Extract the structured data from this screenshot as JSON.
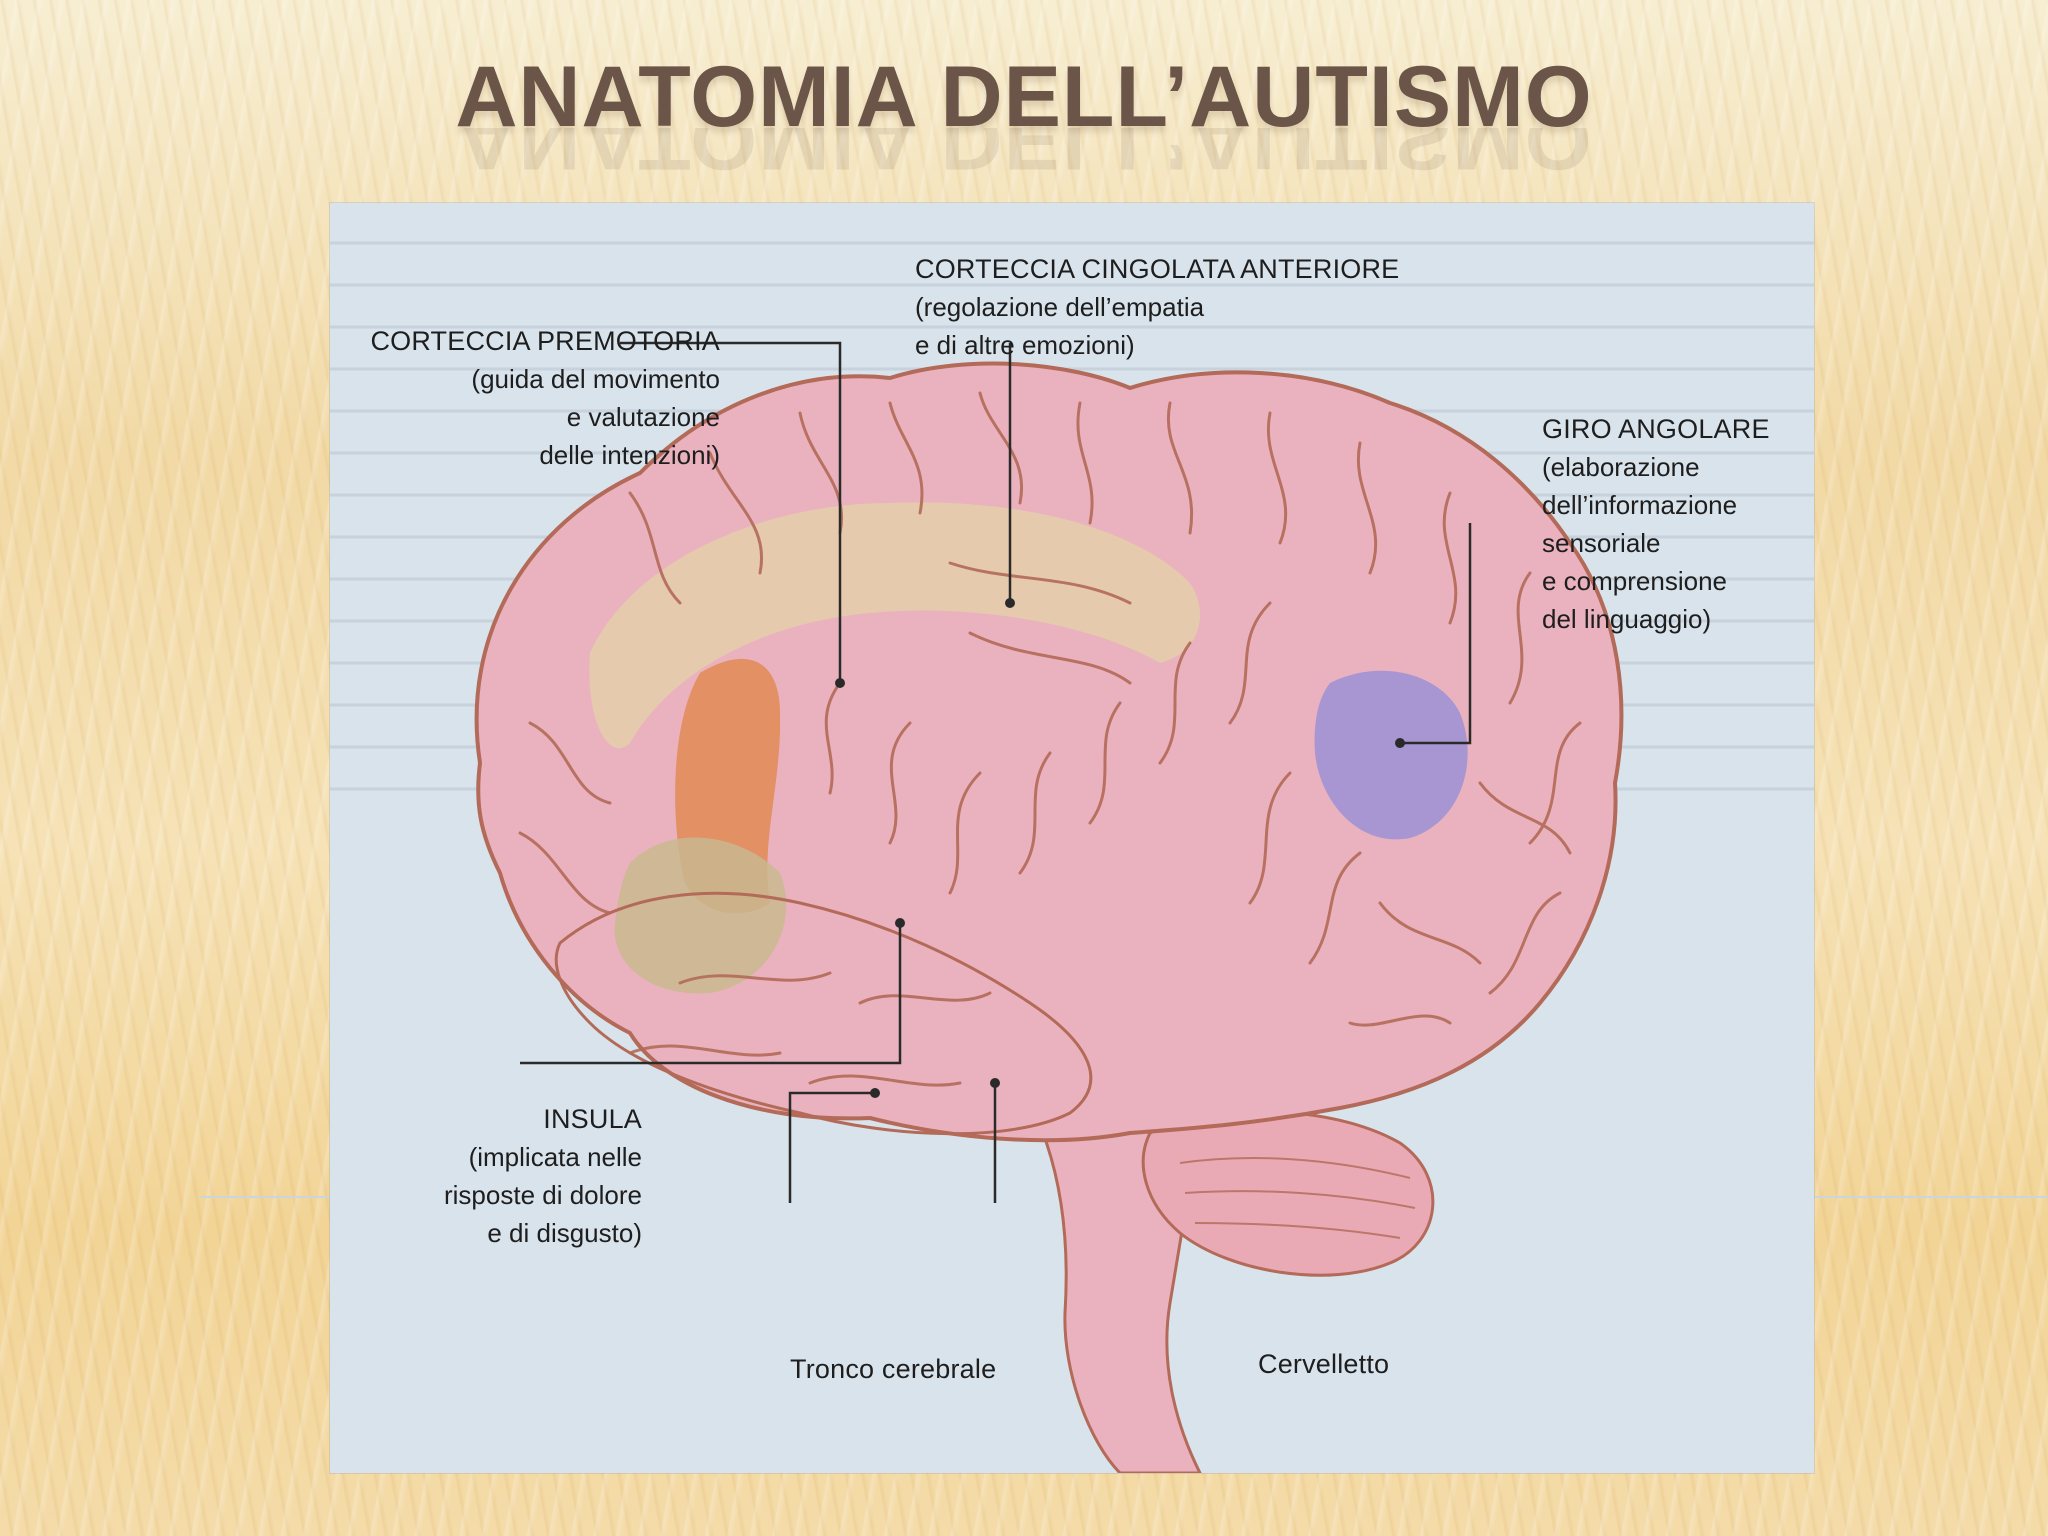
{
  "title": "ANATOMIA DELL’AUTISMO",
  "labels": {
    "premotoria": {
      "name": "CORTECCIA PREMOTORIA",
      "lines": [
        "(guida del movimento",
        "e valutazione",
        "delle intenzioni)"
      ]
    },
    "cingolata": {
      "name": "CORTECCIA CINGOLATA ANTERIORE",
      "lines": [
        "(regolazione dell’empatia",
        "e di altre emozioni)"
      ]
    },
    "angolare": {
      "name": "GIRO ANGOLARE",
      "lines": [
        "(elaborazione",
        "dell’informazione",
        "sensoriale",
        "e comprensione",
        "del linguaggio)"
      ]
    },
    "insula": {
      "name": "INSULA",
      "lines": [
        "(implicata nelle",
        "risposte di dolore",
        "e di disgusto)"
      ]
    },
    "tronco": {
      "name": "Tronco cerebrale"
    },
    "cervelletto": {
      "name": "Cervelletto"
    }
  },
  "colors": {
    "brain": "#eab2be",
    "brain_outline": "#b36a58",
    "premotor": "#e08a55",
    "cingulate": "#e3d2a8",
    "insula": "#c9b98f",
    "angular_gyrus": "#9b90d6",
    "title": "#6b5549"
  }
}
